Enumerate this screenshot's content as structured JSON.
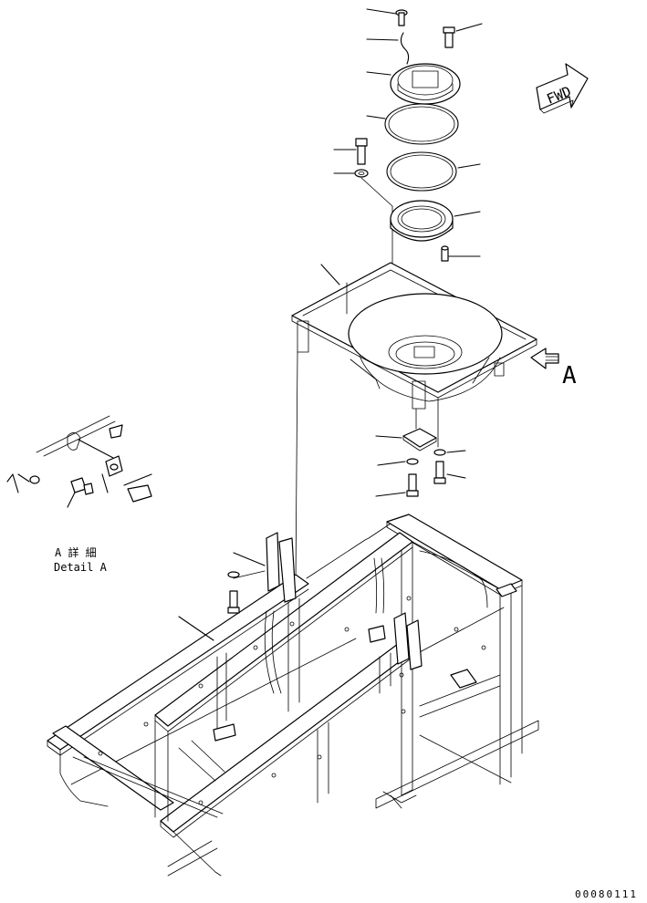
{
  "drawing": {
    "fwd_label": "FWD",
    "view_arrow_label": "A",
    "detail_title_jp": "A 詳 細",
    "detail_title_en": "Detail A",
    "figure_number": "00080111"
  }
}
